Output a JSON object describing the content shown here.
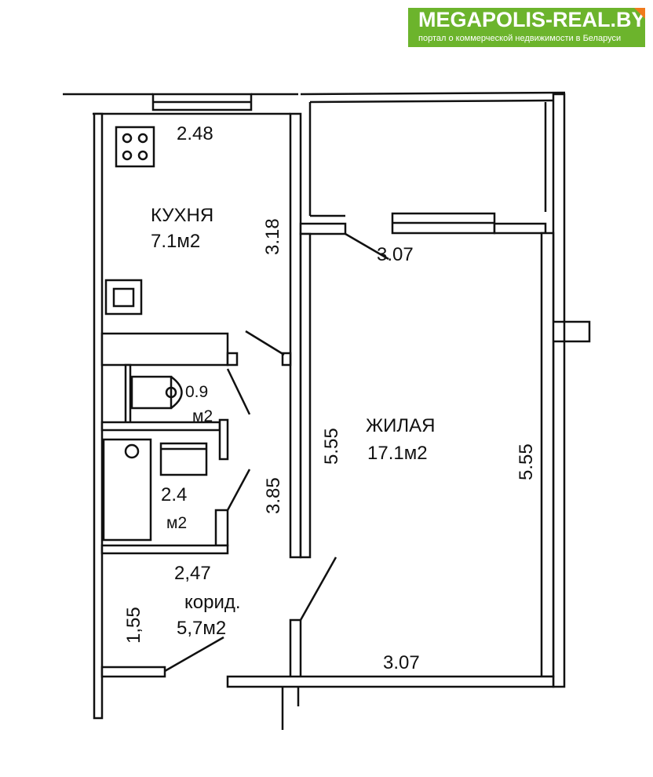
{
  "logo": {
    "title": "MEGAPOLIS-REAL.BY",
    "subtitle": "портал о коммерческой недвижимости в Беларуси",
    "color": "#6cb42c",
    "corner_color": "#f07a1c"
  },
  "rooms": {
    "kitchen": {
      "name": "КУХНЯ",
      "area": "7.1м2",
      "width": "2.48",
      "depth": "3.18"
    },
    "wc": {
      "area": "0.9",
      "unit": "м2"
    },
    "bath": {
      "area": "2.4",
      "unit": "м2",
      "depth": "3.85"
    },
    "corridor": {
      "name": "корид.",
      "area": "5,7м2",
      "width": "2,47",
      "depth": "1,55"
    },
    "living": {
      "name": "ЖИЛАЯ",
      "area": "17.1м2",
      "width_top": "3.07",
      "width_bottom": "3.07",
      "depth_left": "5.55",
      "depth_right": "5.55"
    }
  }
}
